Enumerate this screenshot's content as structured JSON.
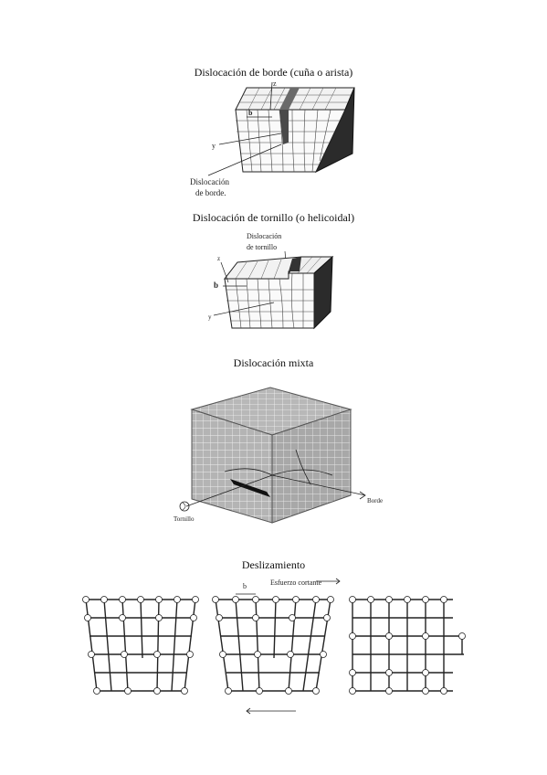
{
  "captions": {
    "edge": "Dislocación de borde (cuña o arista)",
    "screw": "Dislocación de tornillo (o helicoidal)",
    "mixed": "Dislocación mixta",
    "slip": "Deslizamiento"
  },
  "edge_figure": {
    "label_line1": "Dislocación",
    "label_line2": "de borde.",
    "axis_z": "z",
    "axis_y": "y",
    "burgers": "b"
  },
  "screw_figure": {
    "label_line1": "Dislocación",
    "label_line2": "de tornillo",
    "axis_z": "z",
    "axis_y": "y",
    "burgers": "b"
  },
  "mixed_figure": {
    "screw_label": "Tornillo",
    "edge_label": "Borde"
  },
  "slip_figure": {
    "shear_label": "Esfuerzo cortante",
    "burgers": "b"
  }
}
